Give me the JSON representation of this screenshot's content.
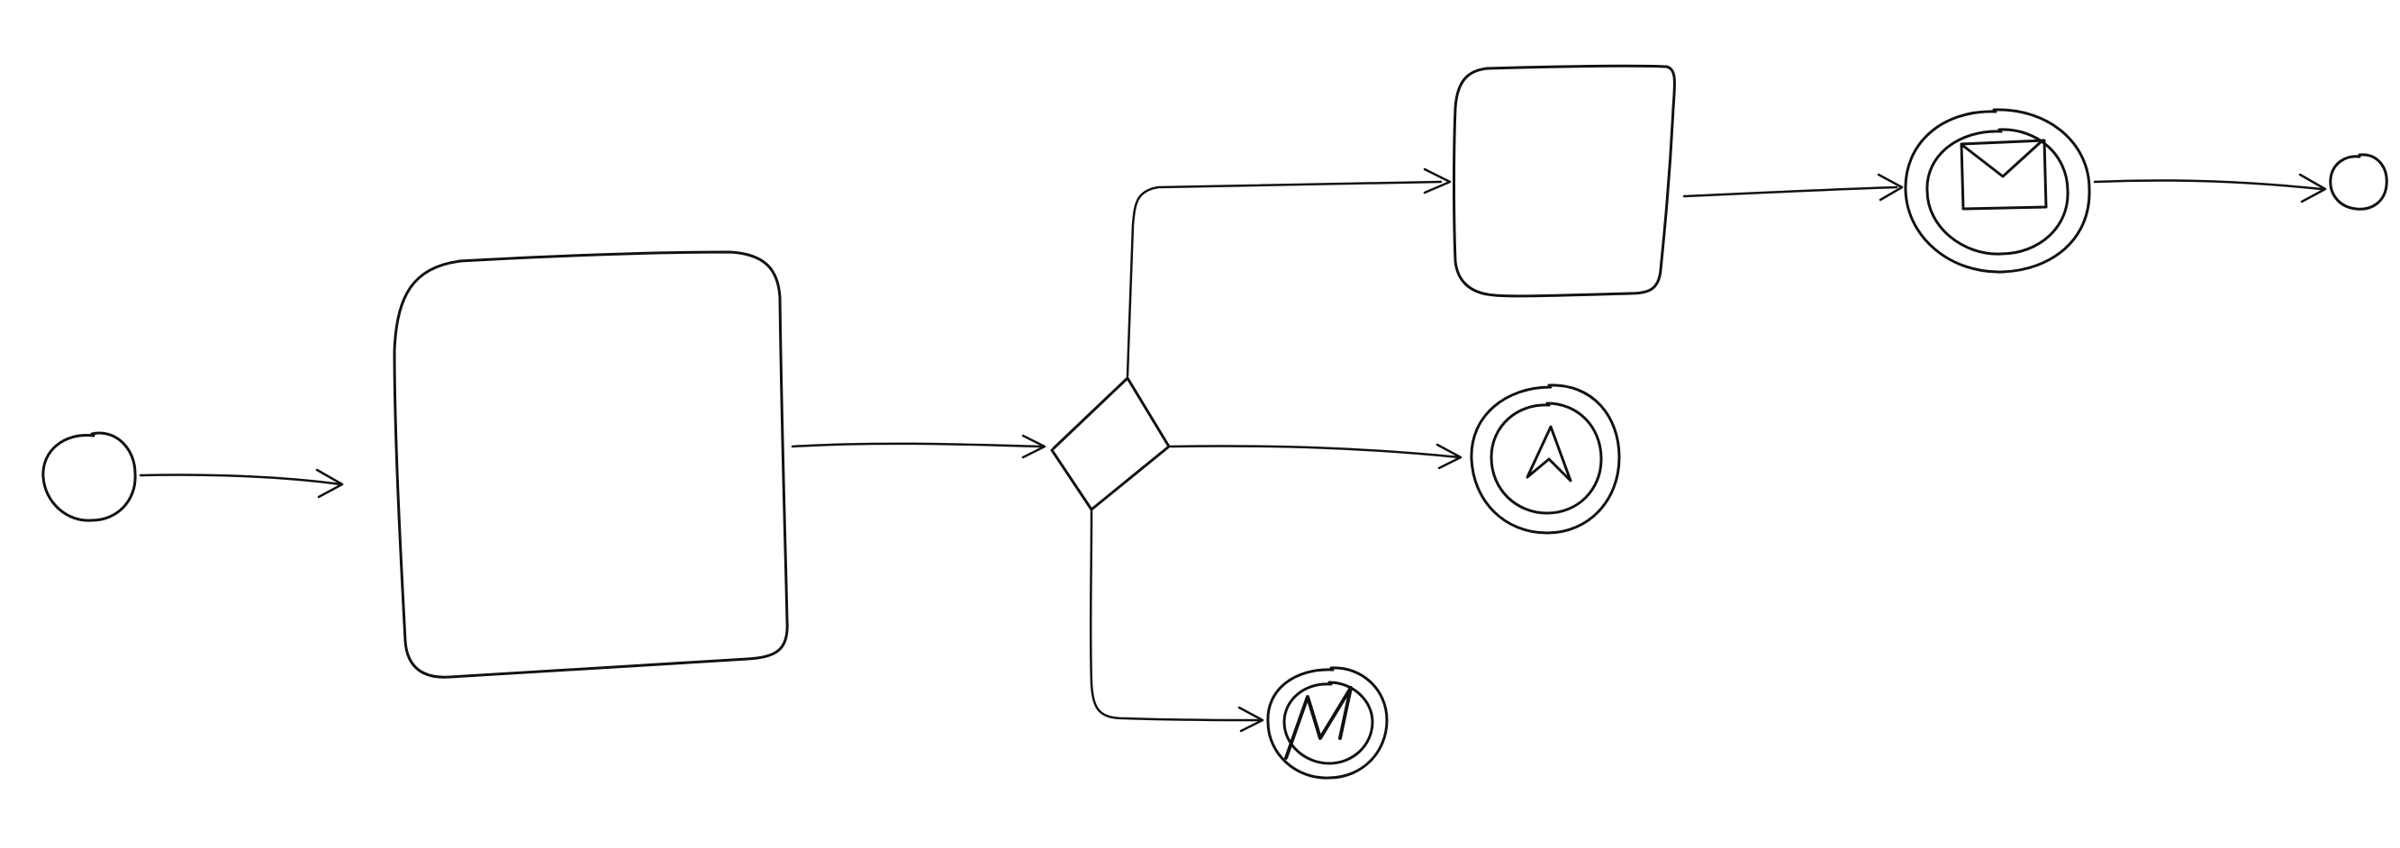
{
  "diagram": {
    "notation": "BPMN",
    "style": "hand-drawn sketch",
    "ink_color": "#111111",
    "background_color": "#ffffff",
    "nodes": [
      {
        "id": "start-event",
        "kind": "start-event",
        "label": ""
      },
      {
        "id": "task-1",
        "kind": "task",
        "label": ""
      },
      {
        "id": "exclusive-gateway",
        "kind": "gateway",
        "label": ""
      },
      {
        "id": "task-2",
        "kind": "task",
        "label": ""
      },
      {
        "id": "message-intermediate-event",
        "kind": "intermediate-event",
        "icon": "envelope-icon",
        "label": ""
      },
      {
        "id": "end-event-top",
        "kind": "end-event",
        "label": ""
      },
      {
        "id": "escalation-intermediate-event",
        "kind": "intermediate-event",
        "icon": "escalation-arrow-icon",
        "label": ""
      },
      {
        "id": "error-intermediate-event",
        "kind": "intermediate-event",
        "icon": "lightning-icon",
        "label": ""
      }
    ],
    "flows": [
      {
        "from": "start-event",
        "to": "task-1"
      },
      {
        "from": "task-1",
        "to": "exclusive-gateway"
      },
      {
        "from": "exclusive-gateway",
        "to": "task-2"
      },
      {
        "from": "task-2",
        "to": "message-intermediate-event"
      },
      {
        "from": "message-intermediate-event",
        "to": "end-event-top"
      },
      {
        "from": "exclusive-gateway",
        "to": "escalation-intermediate-event"
      },
      {
        "from": "exclusive-gateway",
        "to": "error-intermediate-event"
      }
    ]
  }
}
